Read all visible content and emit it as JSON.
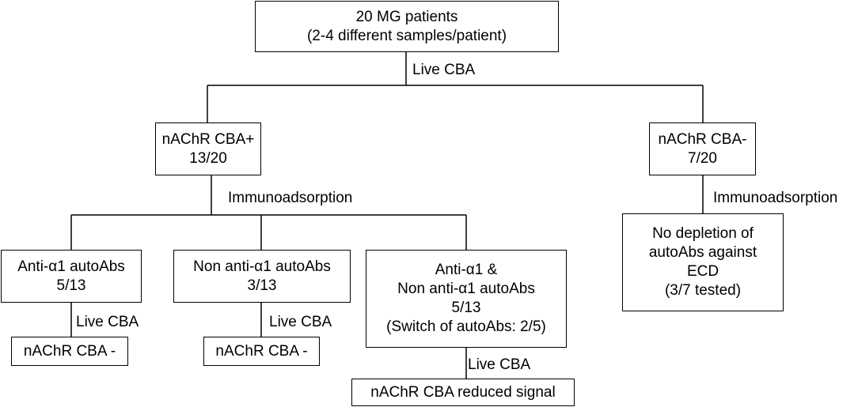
{
  "root": {
    "line1": "20 MG patients",
    "line2": "(2-4 different samples/patient)"
  },
  "step_root": "Live CBA",
  "pos": {
    "line1": "nAChR CBA+",
    "line2": "13/20"
  },
  "neg": {
    "line1": "nAChR CBA-",
    "line2": "7/20"
  },
  "step_pos": "Immunoadsorption",
  "step_neg": "Immunoadsorption",
  "anti_a1": {
    "line1": "Anti-α1 autoAbs",
    "line2": "5/13"
  },
  "non_anti_a1": {
    "line1": "Non anti-α1 autoAbs",
    "line2": "3/13"
  },
  "both": {
    "line1": "Anti-α1 &",
    "line2": "Non anti-α1 autoAbs",
    "line3": "5/13",
    "line4": "(Switch of autoAbs: 2/5)"
  },
  "no_depletion": {
    "line1": "No depletion of",
    "line2": "autoAbs against",
    "line3": "ECD",
    "line4": "(3/7 tested)"
  },
  "step_anti_a1": "Live CBA",
  "step_non_anti_a1": "Live CBA",
  "step_both": "Live CBA",
  "result_anti_a1": "nAChR CBA -",
  "result_non_anti_a1": "nAChR CBA -",
  "result_both": "nAChR CBA reduced signal"
}
